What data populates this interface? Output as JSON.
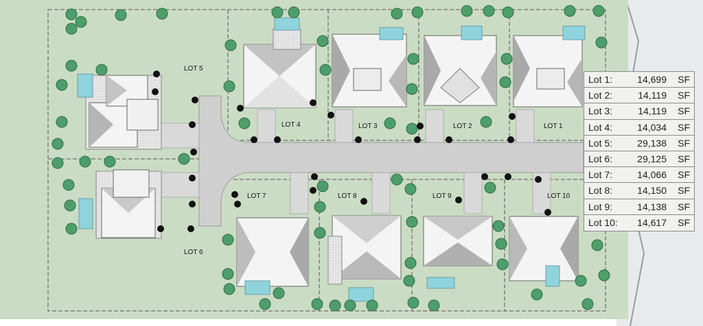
{
  "colors": {
    "ground": "#cbdcc4",
    "water": "#e9eaee",
    "road": "#cfcfcf",
    "driveway": "#d9d9d9",
    "pool": "#8fd3dc",
    "tree": "#4d9e6b",
    "palm": "#111111",
    "roof_light": "#f4f4f4",
    "roof_dark": "#a9a9a9"
  },
  "icons": {
    "tree": "tree-icon",
    "palm": "palm-icon",
    "house": "house-icon",
    "pool": "pool-icon"
  },
  "lots": [
    {
      "id": "lot-1",
      "label": "LOT 1"
    },
    {
      "id": "lot-2",
      "label": "LOT 2"
    },
    {
      "id": "lot-3",
      "label": "LOT 3"
    },
    {
      "id": "lot-4",
      "label": "LOT 4"
    },
    {
      "id": "lot-5",
      "label": "LOT 5"
    },
    {
      "id": "lot-6",
      "label": "LOT 6"
    },
    {
      "id": "lot-7",
      "label": "LOT 7"
    },
    {
      "id": "lot-8",
      "label": "LOT 8"
    },
    {
      "id": "lot-9",
      "label": "LOT 9"
    },
    {
      "id": "lot-10",
      "label": "LOT 10"
    }
  ],
  "area_table": [
    {
      "lot": "Lot 1:",
      "value": "14,699",
      "unit": "SF"
    },
    {
      "lot": "Lot 2:",
      "value": "14,119",
      "unit": "SF"
    },
    {
      "lot": "Lot 3:",
      "value": "14,119",
      "unit": "SF"
    },
    {
      "lot": "Lot 4:",
      "value": "14,034",
      "unit": "SF"
    },
    {
      "lot": "Lot 5:",
      "value": "29,138",
      "unit": "SF"
    },
    {
      "lot": "Lot 6:",
      "value": "29,125",
      "unit": "SF"
    },
    {
      "lot": "Lot 7:",
      "value": "14,066",
      "unit": "SF"
    },
    {
      "lot": "Lot 8:",
      "value": "14,150",
      "unit": "SF"
    },
    {
      "lot": "Lot 9:",
      "value": "14,138",
      "unit": "SF"
    },
    {
      "lot": "Lot 10:",
      "value": "14,617",
      "unit": "SF"
    }
  ]
}
